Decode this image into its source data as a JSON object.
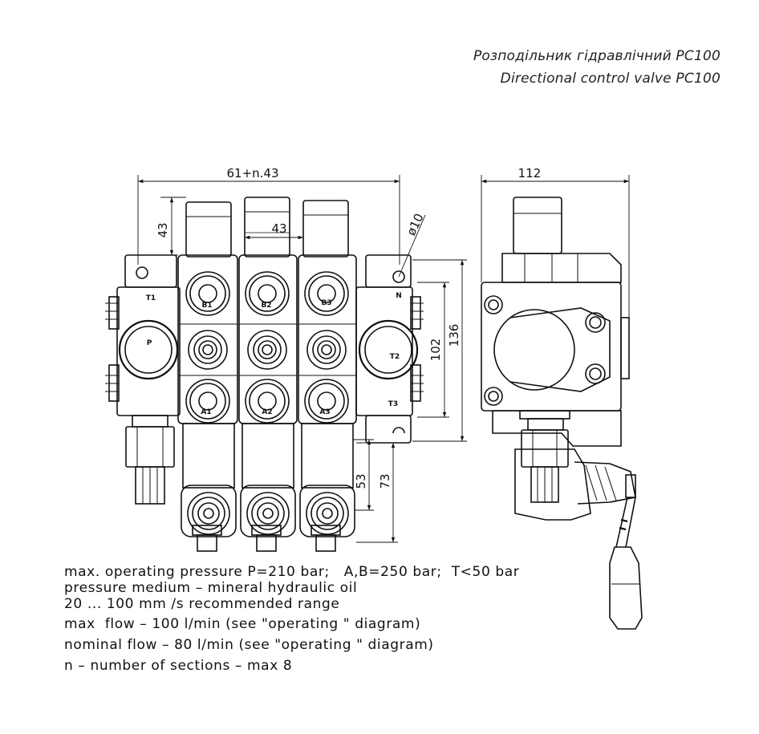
{
  "title": {
    "uk": "Розподільник гідравлічний PC100",
    "en": "Directional control valve PC100"
  },
  "dimensions": {
    "overall_width": "61+n.43",
    "side_width": "112",
    "spool_protrusion": "43",
    "section_pitch": "43",
    "hole_diameter": "ø10",
    "mount_height": "102",
    "body_height": "136",
    "handle_offset_short": "53",
    "handle_offset_long": "73"
  },
  "ports": {
    "t1": "T1",
    "p": "P",
    "n": "N",
    "t2": "T2",
    "t3": "T3",
    "b1": "B1",
    "b2": "B2",
    "b3": "B3",
    "a1": "A1",
    "a2": "A2",
    "a3": "A3"
  },
  "specs": [
    "max. operating pressure P=210 bar;   A,B=250 bar;  T<50 bar",
    "pressure medium – mineral hydraulic oil",
    "20 ... 100 mm /s recommended range",
    "max  flow – 100 l/min (see \"operating \" diagram)",
    "nominal flow – 80 l/min (see \"operating \" diagram)",
    "n – number of sections – max 8"
  ],
  "colors": {
    "line": "#111111",
    "paper": "#ffffff"
  }
}
